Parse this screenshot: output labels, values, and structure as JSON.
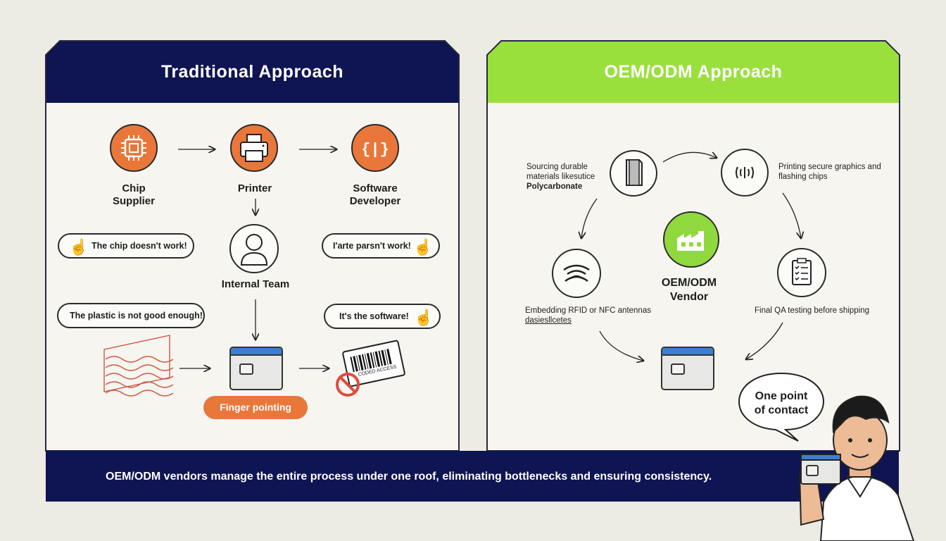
{
  "traditional": {
    "title": "Traditional Approach",
    "nodes": {
      "chip_supplier": "Chip\nSupplier",
      "printer": "Printer",
      "software_developer": "Software\nDeveloper",
      "internal_team": "Internal Team"
    },
    "bubbles": {
      "chip": "The chip doesn't work!",
      "printer": "I'arte parsn't work!",
      "plastic": "The plastic is not good enough!",
      "software": "It's the software!"
    },
    "rejected_label": "CODED ACCESS",
    "pill": "Finger pointing"
  },
  "oem": {
    "title": "OEM/ODM Approach",
    "vendor": "OEM/ODM\nVendor",
    "sourcing": [
      "Sourcing durable",
      "materials likesutice",
      "Polycarbonate"
    ],
    "printing": [
      "Printing secure graphics and",
      "flashing chips"
    ],
    "embedding": [
      "Embedding RFID or NFC antennas",
      "dasiesllcetes"
    ],
    "qa": "Final QA testing before shipping",
    "speech": "One point\nof contact"
  },
  "banner": "OEM/ODM vendors manage the entire process under one roof, eliminating bottlenecks and ensuring consistency.",
  "colors": {
    "navy": "#0f1452",
    "lime": "#9ae03d",
    "orange": "#e9773a",
    "card_stripe": "#3c7fd2"
  }
}
